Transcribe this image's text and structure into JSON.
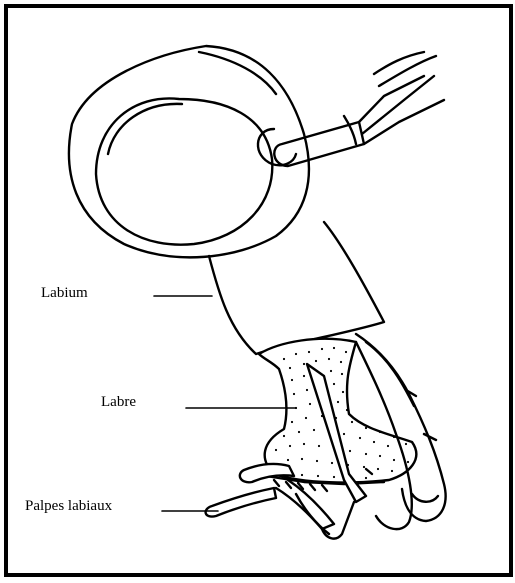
{
  "labels": {
    "labium": "Labium",
    "labre": "Labre",
    "palpes": "Palpes labiaux"
  },
  "colors": {
    "ink": "#000000",
    "background": "#ffffff",
    "frame": "#000000"
  }
}
